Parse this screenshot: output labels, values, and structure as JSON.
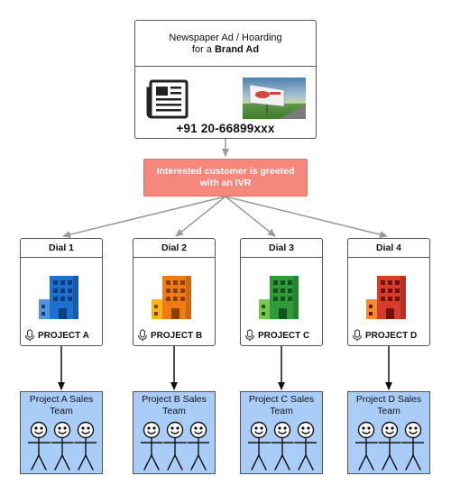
{
  "ad": {
    "title_line1": "Newspaper Ad / Hoarding",
    "title_prefix": "for a ",
    "title_bold": "Brand Ad",
    "phone": "+91 20-66899xxx"
  },
  "ivr": {
    "label": "Interested customer is greeted with an IVR"
  },
  "dials": [
    {
      "label": "Dial 1",
      "project": "PROJECT A",
      "team": "Project A Sales Team",
      "color": "#1f6fd1"
    },
    {
      "label": "Dial 2",
      "project": "PROJECT B",
      "team": "Project B Sales Team",
      "color": "#f07b14"
    },
    {
      "label": "Dial 3",
      "project": "PROJECT C",
      "team": "Project C Sales Team",
      "color": "#2e9a3a"
    },
    {
      "label": "Dial 4",
      "project": "PROJECT D",
      "team": "Project D Sales Team",
      "color": "#d83a2c"
    }
  ],
  "colors": {
    "ivr_fill": "#f6877d",
    "team_fill": "#a9cdf7",
    "connector": "#999999"
  },
  "icons": {
    "ad": [
      "newspaper-icon",
      "billboard-image"
    ],
    "project": [
      "building-icon",
      "microphone-icon"
    ],
    "team": [
      "people-icon"
    ]
  }
}
